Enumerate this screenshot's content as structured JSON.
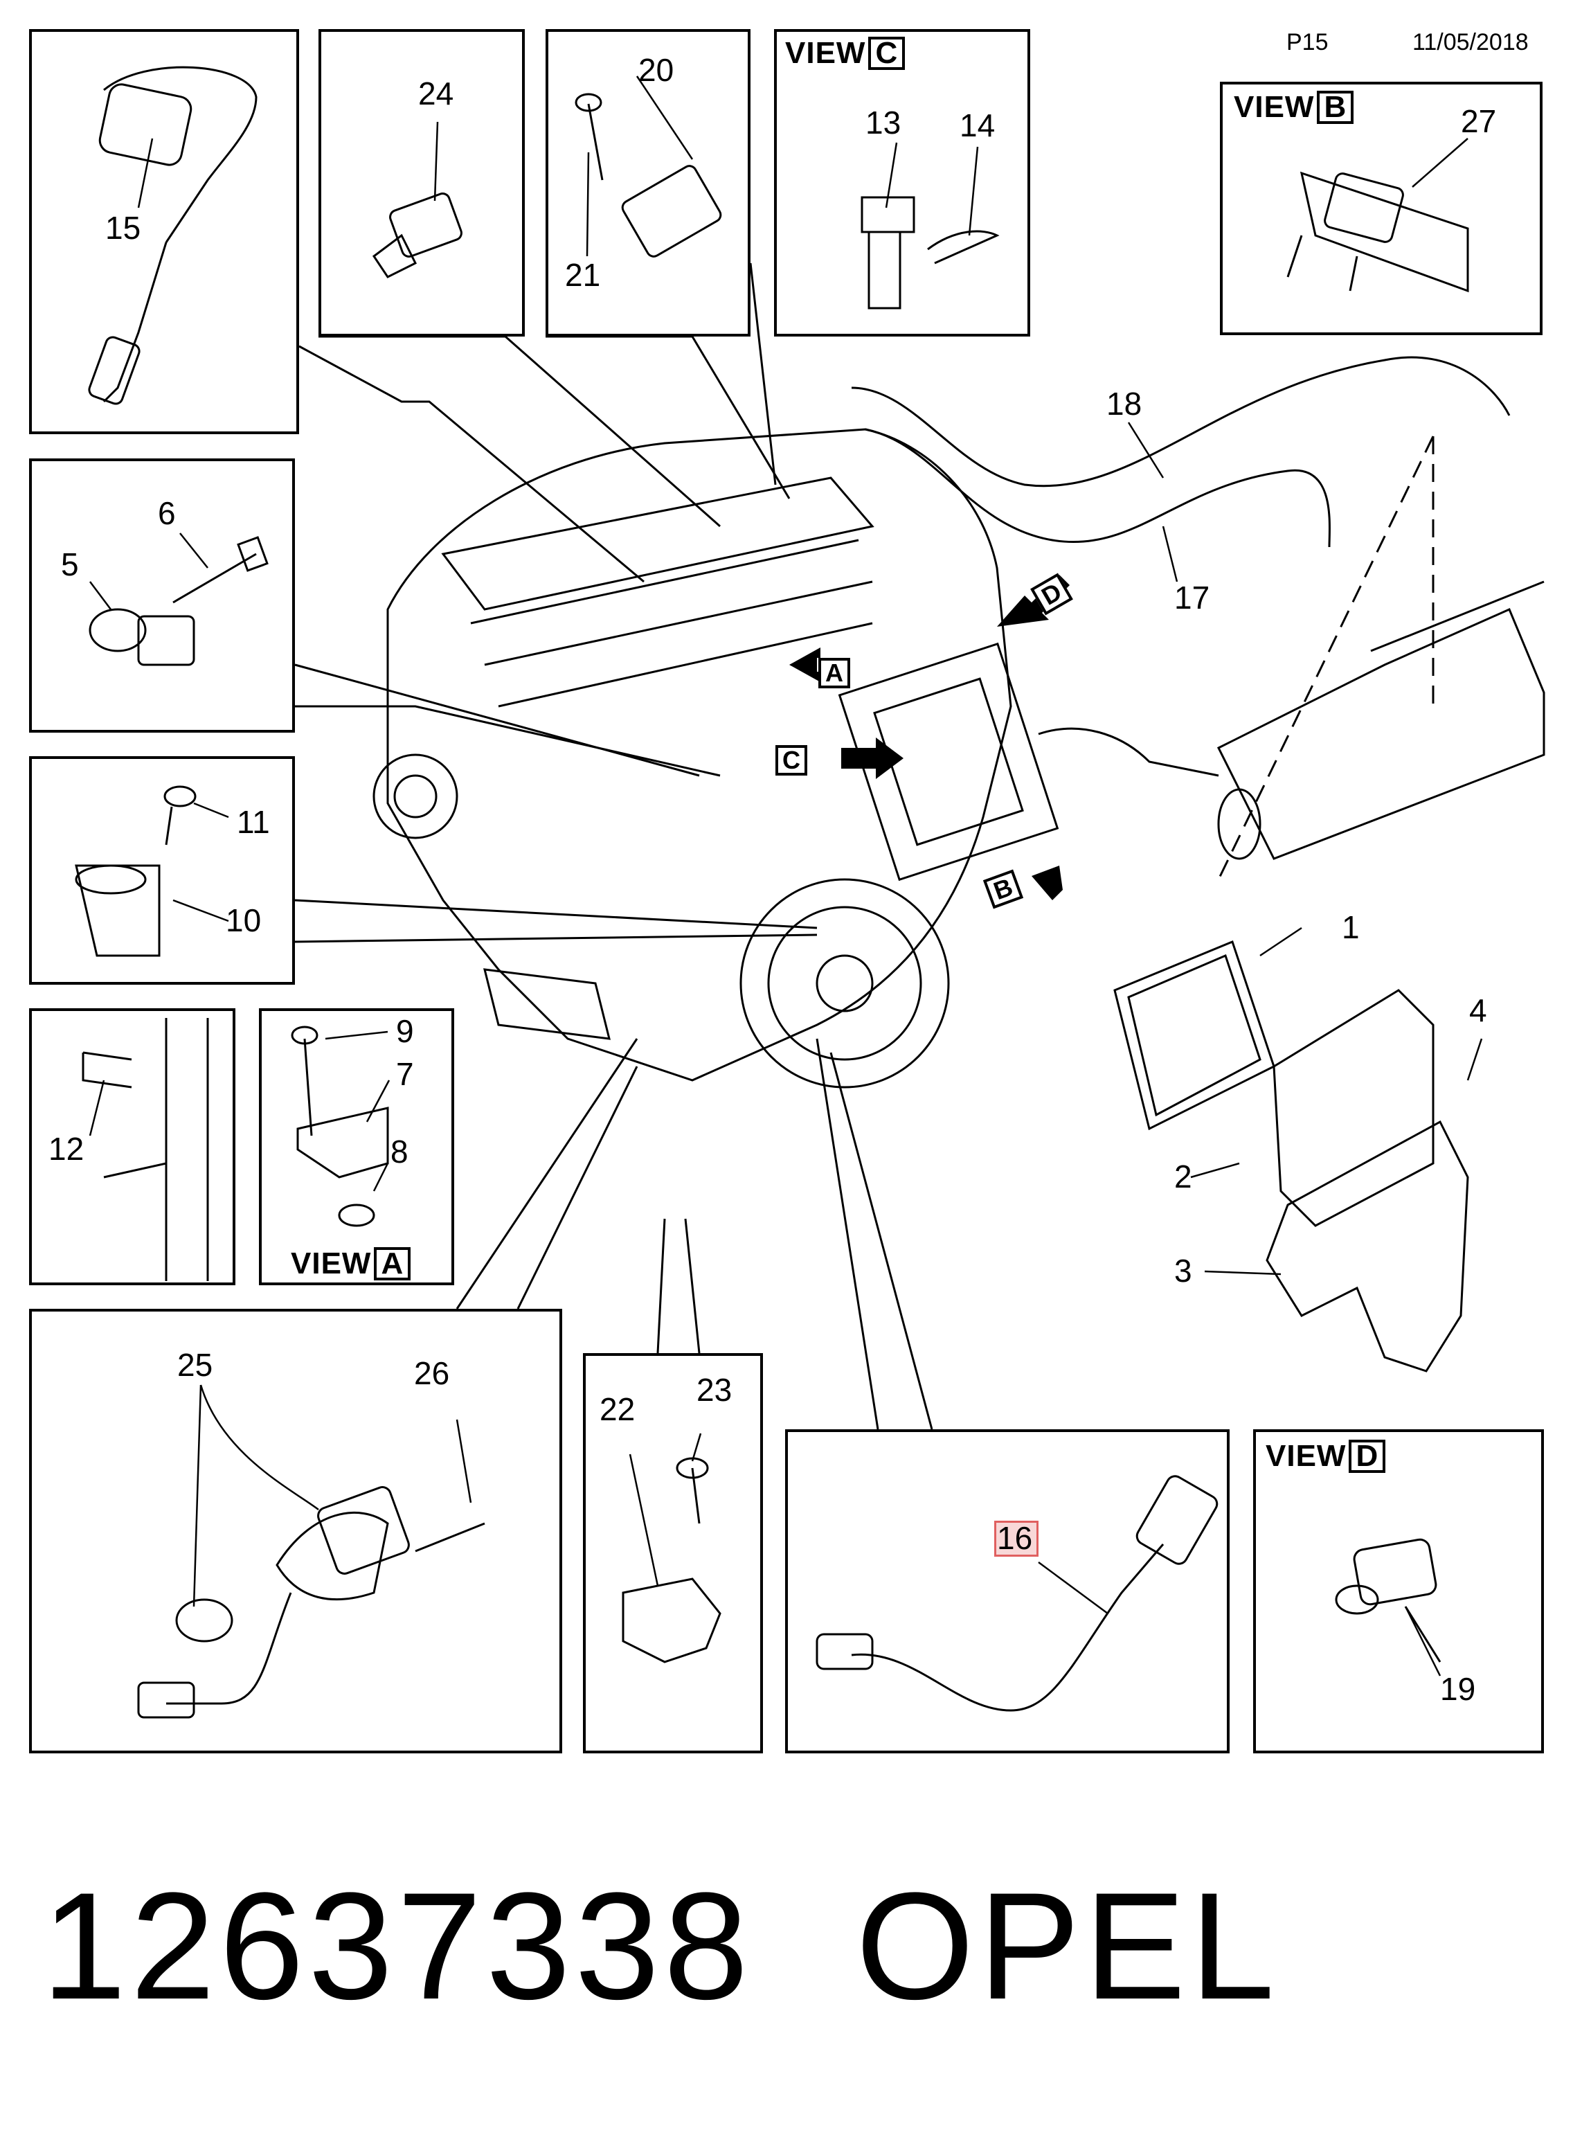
{
  "header": {
    "page": "P15",
    "date": "11/05/2018"
  },
  "footer": {
    "part_number": "12637338",
    "brand": "OPEL"
  },
  "views": {
    "a": "A",
    "b": "B",
    "c": "C",
    "d": "D",
    "word": "VIEW"
  },
  "arrows": {
    "a": "A",
    "b": "B",
    "c": "C",
    "d": "D"
  },
  "callouts": {
    "n1": "1",
    "n2": "2",
    "n3": "3",
    "n4": "4",
    "n5": "5",
    "n6": "6",
    "n7": "7",
    "n8": "8",
    "n9": "9",
    "n10": "10",
    "n11": "11",
    "n12": "12",
    "n13": "13",
    "n14": "14",
    "n15": "15",
    "n16": "16",
    "n17": "17",
    "n18": "18",
    "n19": "19",
    "n20": "20",
    "n21": "21",
    "n22": "22",
    "n23": "23",
    "n24": "24",
    "n25": "25",
    "n26": "26",
    "n27": "27"
  }
}
